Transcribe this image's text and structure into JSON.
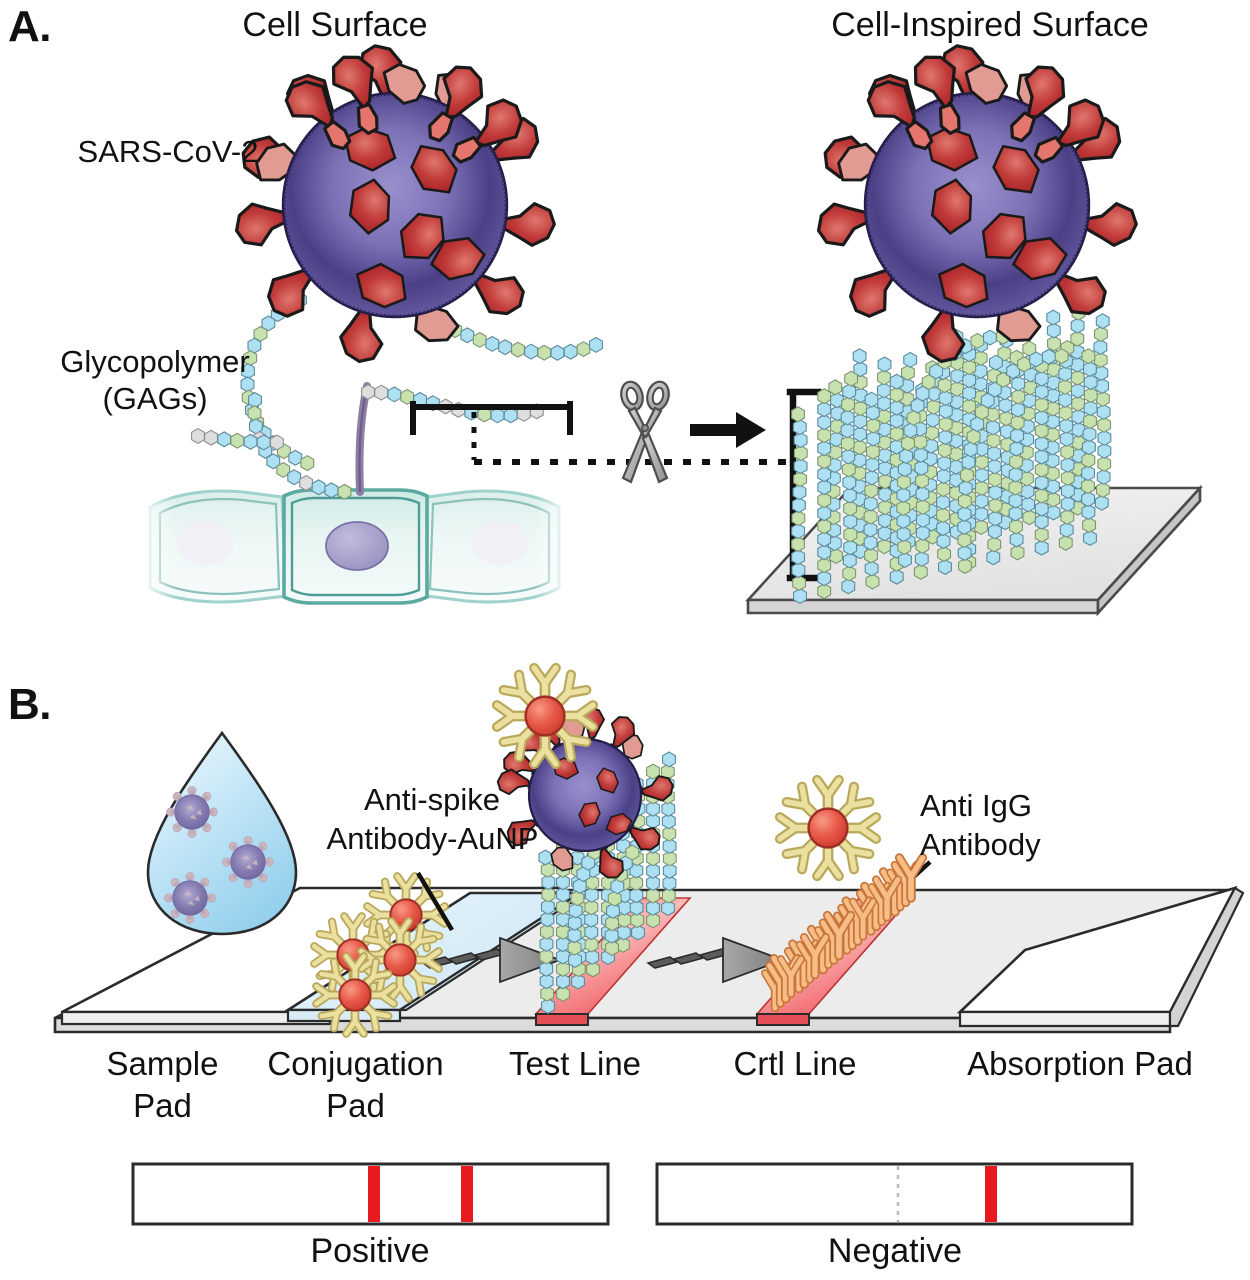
{
  "figure": {
    "panels": [
      {
        "letter": "A.",
        "titles": [
          "Cell Surface",
          "Cell-Inspired Surface"
        ],
        "labels": {
          "virus": "SARS-CoV-2",
          "glycopolymer_line1": "Glycopolymer",
          "glycopolymer_line2": "(GAGs)"
        },
        "icons": {
          "scissors": "scissors-icon",
          "arrow": "arrow-right-icon"
        }
      },
      {
        "letter": "B.",
        "callouts": {
          "conjugate_line1": "Anti-spike",
          "conjugate_line2": "Antibody-AuNP",
          "control_line1": "Anti IgG",
          "control_line2": "Antibody"
        },
        "strip_labels": [
          {
            "line1": "Sample",
            "line2": "Pad"
          },
          {
            "line1": "Conjugation",
            "line2": "Pad"
          },
          {
            "line1": "Test Line",
            "line2": ""
          },
          {
            "line1": "Crtl Line",
            "line2": ""
          },
          {
            "line1": "Absorption Pad",
            "line2": ""
          }
        ],
        "results": [
          {
            "label": "Positive",
            "test_line": "visible",
            "control_line": "visible"
          },
          {
            "label": "Negative",
            "test_line": "absent",
            "control_line": "visible"
          }
        ]
      }
    ],
    "colors": {
      "virus_body_outer": "#8f86c4",
      "virus_body_inner": "#3f3473",
      "spike_dark": "#b5292f",
      "spike_light": "#e4766e",
      "glyco_blue": "#ace0f2",
      "glyco_green": "#c7e2ae",
      "glyco_grey": "#dcdcdc",
      "cell_membrane": "#7fc3bb",
      "cell_fill": "#dff1ee",
      "nucleus": "#a9a3cd",
      "aunp_core": "#ea5f4e",
      "aunp_antibody": "#ddd08c",
      "ctrl_antibody": "#f2a86a",
      "test_band": "#f2666a",
      "result_band": "#e8191f",
      "strip_body": "#ececec",
      "conj_pad": "#dceef8",
      "arrow_grey": "#8d8d8d",
      "outline": "#1a1a1a"
    }
  }
}
